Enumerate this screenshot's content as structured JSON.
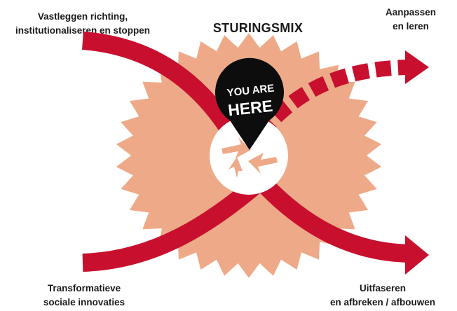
{
  "title": "STURINGSMIX",
  "labels": {
    "top_left": [
      "Vastleggen richting,",
      "institutionaliseren en stoppen"
    ],
    "top_right": [
      "Aanpassen",
      "en leren"
    ],
    "bottom_left": [
      "Transformatieve",
      "sociale innovaties"
    ],
    "bottom_right": [
      "Uitfaseren",
      "en afbreken / afbouwen"
    ]
  },
  "marker": {
    "line1": "YOU ARE",
    "line2": "HERE"
  },
  "colors": {
    "burst": "#eeaa88",
    "arrow": "#c8102e",
    "marker": "#0d0d0d",
    "marker_text": "#ffffff",
    "center": "#ffffff",
    "text": "#1a1a1a"
  }
}
